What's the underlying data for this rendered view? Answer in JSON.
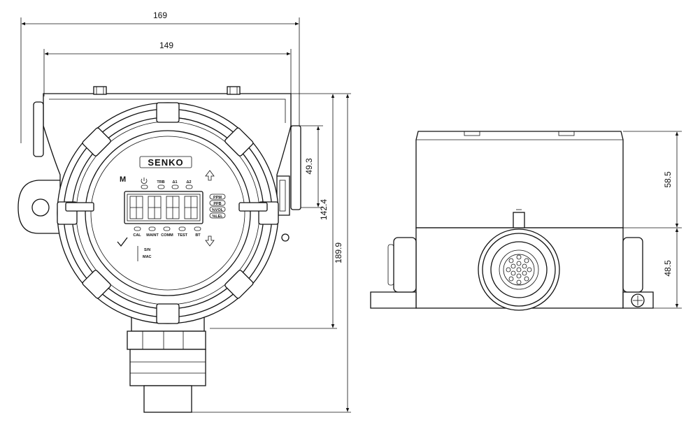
{
  "dimensions": {
    "overall_width": "169",
    "inner_width": "149",
    "ear_height": "49.3",
    "body_height": "142.4",
    "overall_height": "189.9",
    "side_top_height": "58.5",
    "side_bottom_height": "48.5"
  },
  "panel": {
    "brand": "SENKO",
    "menu_key": "M",
    "indicators_top": [
      "TRB",
      "Δ1",
      "Δ2"
    ],
    "units": [
      "PPM",
      "PPB",
      "%VOL",
      "%LEL"
    ],
    "indicators_bottom": [
      "CAL",
      "MAINT",
      "COMM",
      "TEST",
      "BT"
    ],
    "serial": "S/N",
    "mac": "MAC"
  },
  "icons": {
    "power": "power-icon",
    "up": "arrow-up-icon",
    "down": "arrow-down-icon",
    "enter": "checkmark-icon",
    "ground": "ground-screw-icon"
  }
}
